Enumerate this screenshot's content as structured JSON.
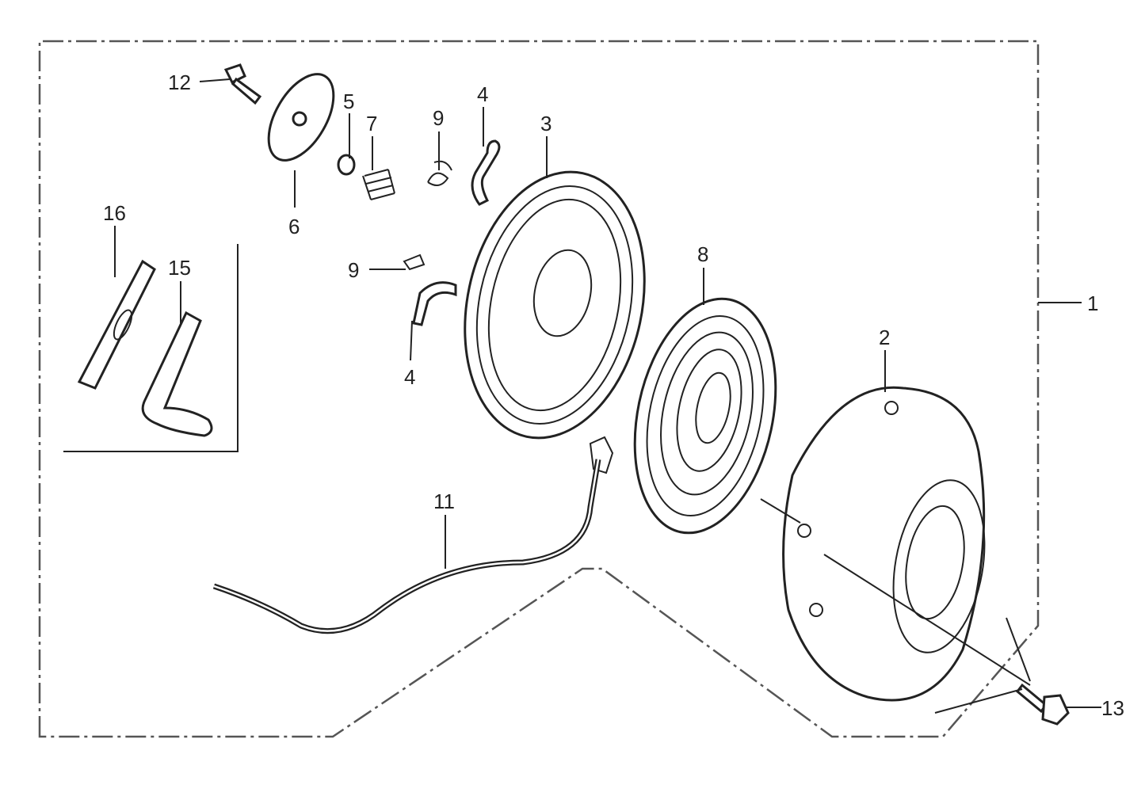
{
  "diagram": {
    "type": "exploded parts diagram",
    "callouts": [
      {
        "id": "c12",
        "label": "12"
      },
      {
        "id": "c5",
        "label": "5"
      },
      {
        "id": "c7",
        "label": "7"
      },
      {
        "id": "c9a",
        "label": "9"
      },
      {
        "id": "c4a",
        "label": "4"
      },
      {
        "id": "c3",
        "label": "3"
      },
      {
        "id": "c6",
        "label": "6"
      },
      {
        "id": "c16",
        "label": "16"
      },
      {
        "id": "c15",
        "label": "15"
      },
      {
        "id": "c9b",
        "label": "9"
      },
      {
        "id": "c4b",
        "label": "4"
      },
      {
        "id": "c8",
        "label": "8"
      },
      {
        "id": "c1",
        "label": "1"
      },
      {
        "id": "c2",
        "label": "2"
      },
      {
        "id": "c11",
        "label": "11"
      },
      {
        "id": "c13",
        "label": "13"
      }
    ]
  }
}
